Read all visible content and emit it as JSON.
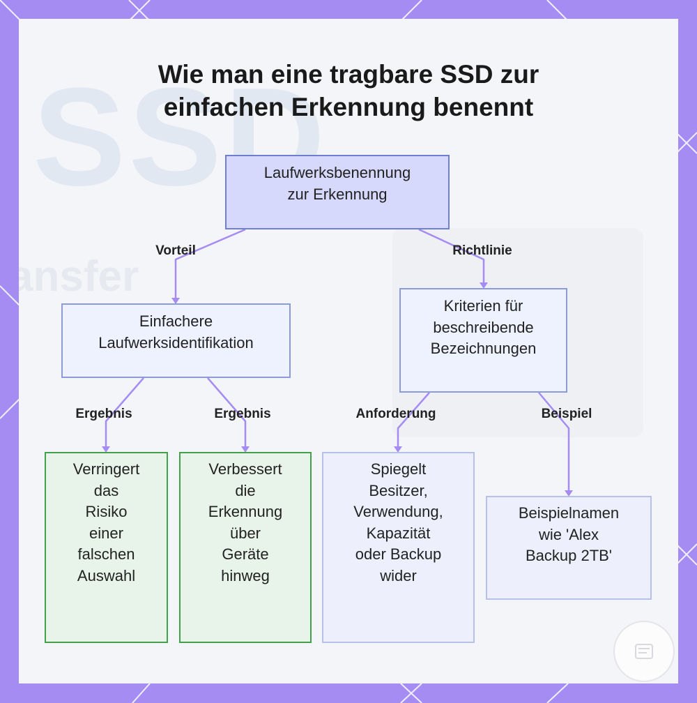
{
  "title": {
    "line1": "Wie man eine tragbare SSD zur",
    "line2": "einfachen Erkennung benennt"
  },
  "background": {
    "big_text": "SSD",
    "small_text": "ansfer"
  },
  "nodes": {
    "root": [
      "Laufwerksbenennung",
      "zur Erkennung"
    ],
    "benefit": [
      "Einfachere",
      "Laufwerksidentifikation"
    ],
    "guideline": [
      "Kriterien für",
      "beschreibende",
      "Bezeichnungen"
    ],
    "result1": [
      "Verringert",
      "das",
      "Risiko",
      "einer",
      "falschen",
      "Auswahl"
    ],
    "result2": [
      "Verbessert",
      "die",
      "Erkennung",
      "über",
      "Geräte",
      "hinweg"
    ],
    "requirement": [
      "Spiegelt",
      "Besitzer,",
      "Verwendung,",
      "Kapazität",
      "oder Backup",
      "wider"
    ],
    "example": [
      "Beispielnamen",
      "wie 'Alex",
      "Backup 2TB'"
    ]
  },
  "edge_labels": {
    "vorteil": "Vorteil",
    "richtlinie": "Richtlinie",
    "ergebnis_1": "Ergebnis",
    "ergebnis_2": "Ergebnis",
    "anforderung": "Anforderung",
    "beispiel": "Beispiel"
  },
  "colors": {
    "frame": "#a48cf3",
    "edge": "#a48cf3",
    "root_fill": "#d6d9fb",
    "green_border": "#43a04a",
    "green_fill": "#e8f4ea"
  }
}
